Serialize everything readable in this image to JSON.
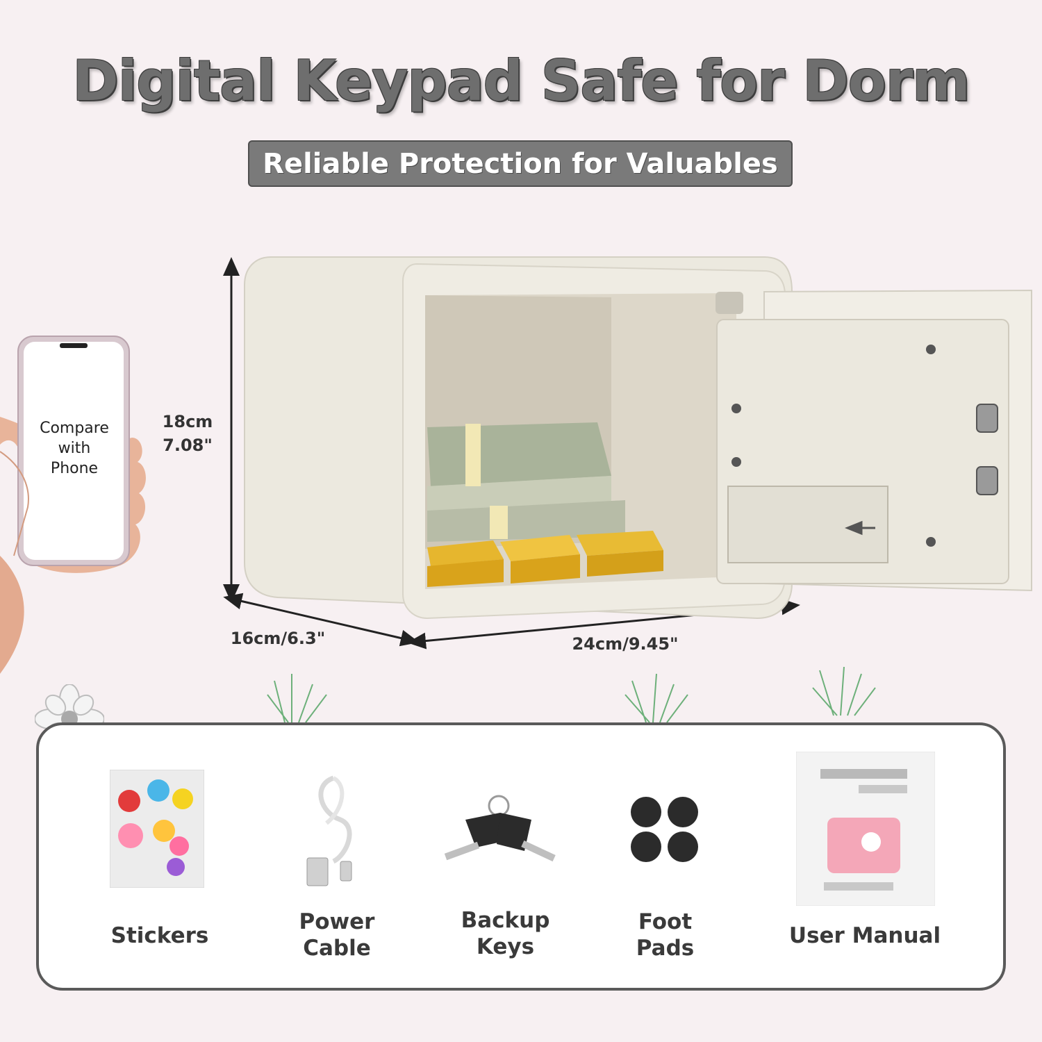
{
  "header": {
    "title": "Digital Keypad Safe for Dorm",
    "subtitle": "Reliable Protection for Valuables"
  },
  "phone": {
    "line1": "Compare",
    "line2": "with",
    "line3": "Phone"
  },
  "dimensions": {
    "height_cm": "18cm",
    "height_in": "7.08\"",
    "depth": "16cm/6.3\"",
    "width": "24cm/9.45\""
  },
  "accessories": [
    {
      "label_line1": "Stickers",
      "label_line2": ""
    },
    {
      "label_line1": "Power",
      "label_line2": "Cable"
    },
    {
      "label_line1": "Backup",
      "label_line2": "Keys"
    },
    {
      "label_line1": "Foot",
      "label_line2": "Pads"
    },
    {
      "label_line1": "User Manual",
      "label_line2": ""
    }
  ],
  "colors": {
    "background": "#f7f0f2",
    "safe_body": "#ece9df",
    "panel_border": "#5a5a5a",
    "gold": "#e6b62e",
    "manual_safe_pink": "#f4a7b8"
  }
}
